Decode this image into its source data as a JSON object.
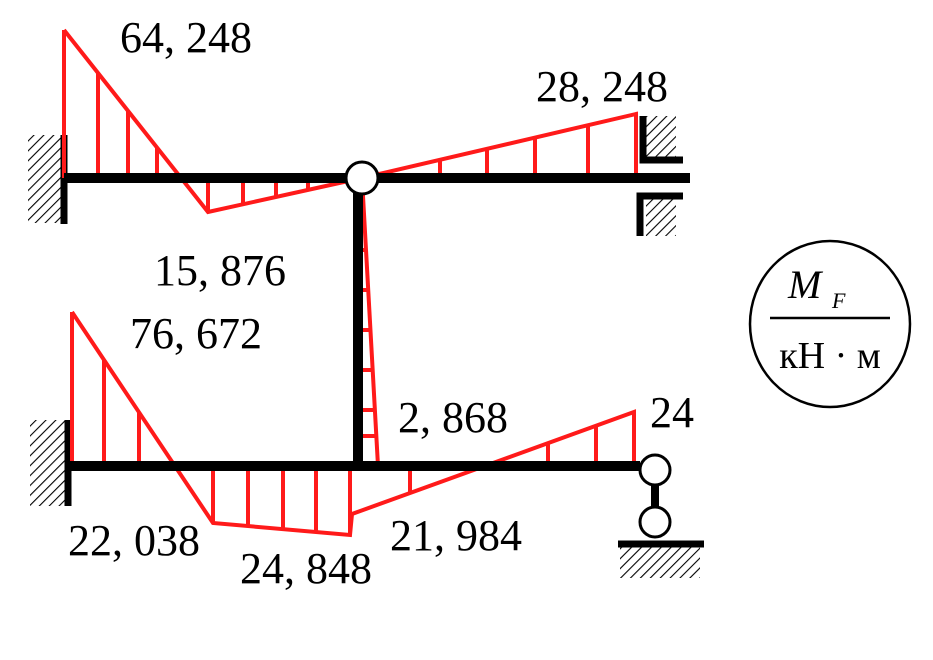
{
  "diagram": {
    "type": "bending-moment-diagram-frame",
    "colors": {
      "structure": "#000000",
      "moment_diagram": "#ff1a1a",
      "hatch": "#000000",
      "background": "#ffffff"
    },
    "moment_values": {
      "v1": "64, 248",
      "v2": "28, 248",
      "v3": "15, 876",
      "v4": "76, 672",
      "v5": "2, 868",
      "v6": "24",
      "v7": "22, 038",
      "v8": "24, 848",
      "v9": "21, 984"
    },
    "legend": {
      "symbol": "M",
      "subscript": "F",
      "unit": "кН · м"
    }
  }
}
